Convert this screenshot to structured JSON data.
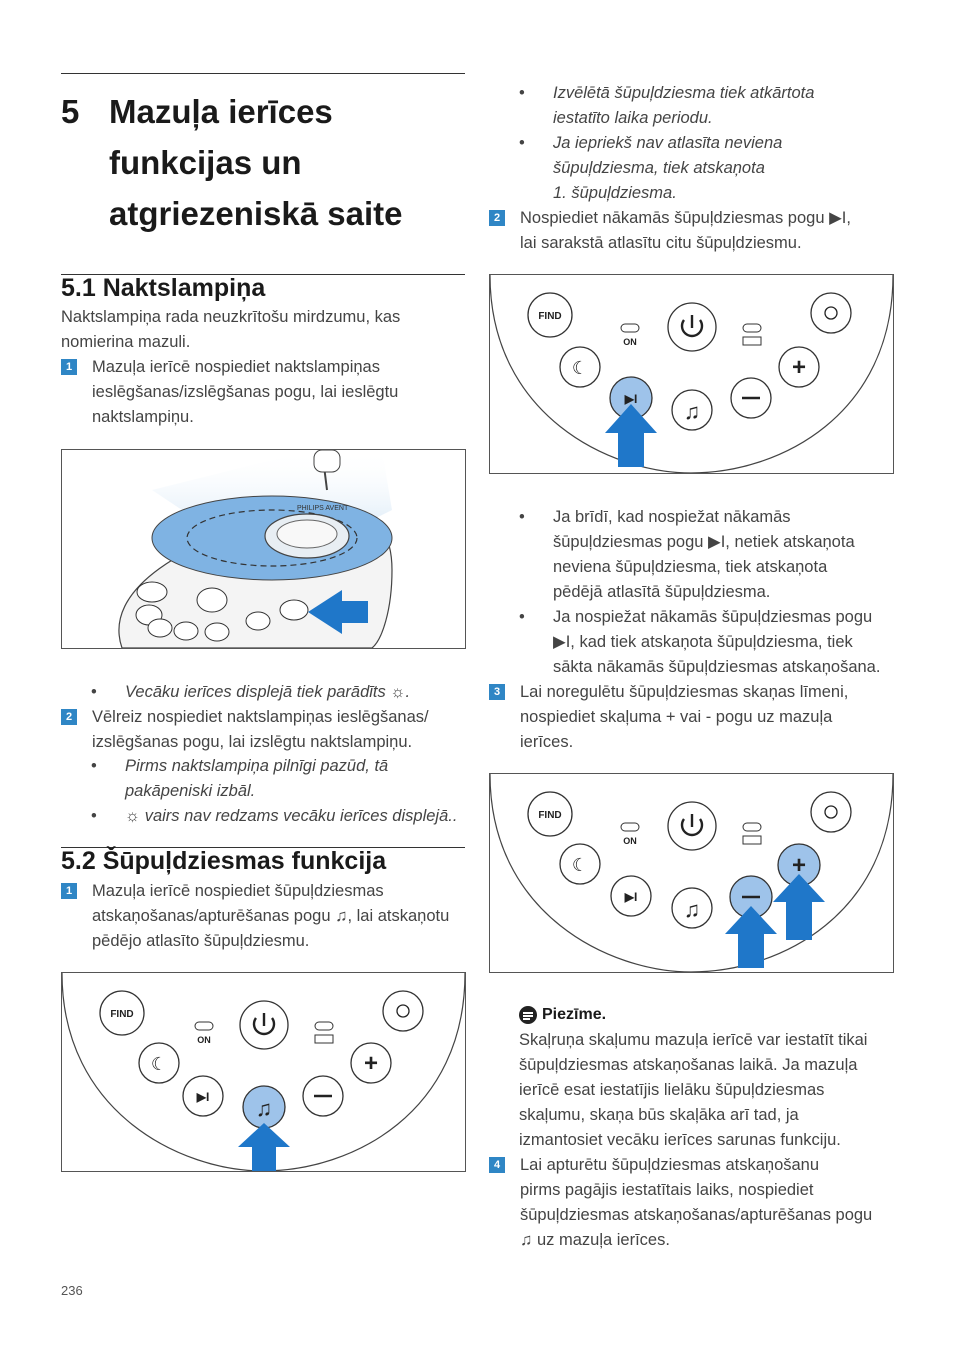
{
  "chapter": {
    "number": "5",
    "title_lines": [
      "Mazuļa ierīces",
      "funkcijas un",
      "atgriezeniskā saite"
    ]
  },
  "section_1": {
    "title": "5.1 Naktslampiņa",
    "intro_lines": [
      "Naktslampiņa rada neuzkrītošu mirdzumu, kas",
      "nomierina mazuli."
    ],
    "step1": {
      "badge": "1",
      "lines": [
        "Mazuļa ierīcē nospiediet naktslampiņas",
        "ieslēgšanas/izslēgšanas pogu, lai ieslēgtu",
        "naktslampiņu."
      ]
    },
    "bullet_a": "Vecāku ierīces displejā tiek parādīts ☼.",
    "step2": {
      "badge": "2",
      "lines": [
        "Vēlreiz nospiediet naktslampiņas ieslēgšanas/",
        "izslēgšanas pogu, lai izslēgtu naktslampiņu."
      ]
    },
    "bullet_b_lines": [
      "Pirms naktslampiņa pilnīgi pazūd, tā",
      "pakāpeniski izbāl."
    ],
    "bullet_c": "☼ vairs nav redzams vecāku ierīces displejā..",
    "device_logo": "PHILIPS AVENT"
  },
  "section_2": {
    "title": "5.2 Šūpuļdziesmas funkcija",
    "step1": {
      "badge": "1",
      "lines": [
        "Mazuļa ierīcē nospiediet šūpuļdziesmas",
        "atskaņošanas/apturēšanas pogu ♫, lai atskaņotu",
        "pēdējo atlasīto šūpuļdziesmu."
      ]
    }
  },
  "right_col": {
    "bullet_1_lines": [
      "Izvēlētā šūpuļdziesma tiek atkārtota",
      "iestatīto laika periodu."
    ],
    "bullet_2_lines": [
      "Ja iepriekš nav atlasīta neviena",
      "šūpuļdziesma, tiek atskaņota",
      "1. šūpuļdziesma."
    ],
    "step2": {
      "badge": "2",
      "lines": [
        "Nospiediet nākamās šūpuļdziesmas pogu ▶I,",
        "lai sarakstā atlasītu citu šūpuļdziesmu."
      ]
    },
    "bullet_3_lines": [
      "Ja brīdī, kad nospiežat nākamās",
      "šūpuļdziesmas pogu ▶I, netiek atskaņota",
      "neviena šūpuļdziesma, tiek atskaņota",
      "pēdējā atlasītā šūpuļdziesma."
    ],
    "bullet_4_lines": [
      "Ja nospiežat nākamās šūpuļdziesmas pogu",
      "▶I, kad tiek atskaņota šūpuļdziesma, tiek",
      "sākta nākamās šūpuļdziesmas atskaņošana."
    ],
    "step3": {
      "badge": "3",
      "lines": [
        "Lai noregulētu šūpuļdziesmas skaņas līmeni,",
        "nospiediet skaļuma + vai - pogu uz mazuļa",
        "ierīces."
      ]
    },
    "note": {
      "title": "Piezīme.",
      "lines": [
        "Skaļruņa skaļumu mazuļa ierīcē var iestatīt tikai",
        "šūpuļdziesmas atskaņošanas laikā. Ja mazuļa",
        "ierīcē esat iestatījis lielāku šūpuļdziesmas",
        "skaļumu, skaņa būs skaļāka arī tad, ja",
        "izmantosiet vecāku ierīces sarunas funkciju."
      ]
    },
    "step4": {
      "badge": "4",
      "lines": [
        "Lai apturētu šūpuļdziesmas atskaņošanu",
        "pirms pagājis iestatītais laiks, nospiediet",
        "šūpuļdziesmas atskaņošanas/apturēšanas pogu",
        "♫ uz mazuļa ierīces."
      ]
    }
  },
  "panel_labels": {
    "find": "FIND",
    "on": "ON"
  },
  "colors": {
    "accent_blue": "#2f86c5",
    "arrow_blue": "#1f77c9",
    "highlight_button": "#9ec3ea"
  },
  "page_number": "236"
}
